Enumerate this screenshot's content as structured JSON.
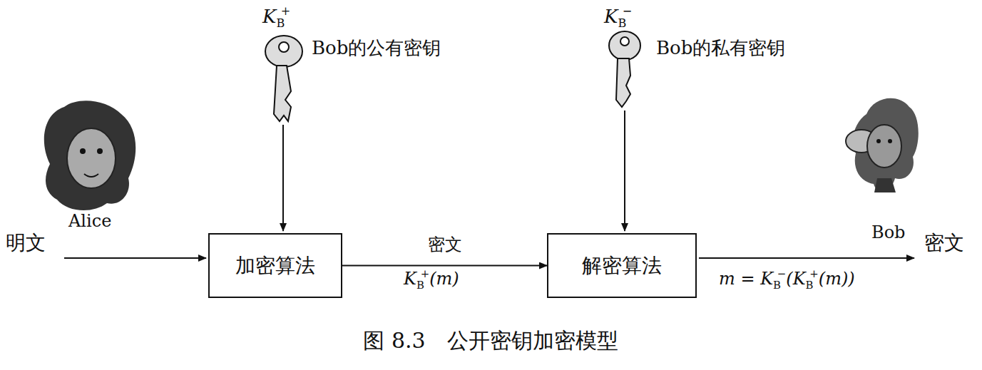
{
  "diagram": {
    "caption": "图 8.3　公开密钥加密模型",
    "nodes": [
      {
        "text": [
          "加密算法"
        ]
      },
      {
        "text": [
          "解密算法"
        ]
      }
    ],
    "edges": [
      {
        "from": 0,
        "to": 1,
        "arrow": "to",
        "label": "密文"
      }
    ],
    "labels": [
      "K",
      "B",
      "+",
      "Bob的公有密钥",
      "K",
      "B",
      "−",
      "Bob的私有密钥",
      "Alice",
      "明文",
      "K",
      "B",
      "+",
      "(m)",
      "Bob",
      "密文",
      "m = K",
      "B",
      "−",
      "(K",
      "B",
      "+",
      "(m))"
    ]
  }
}
